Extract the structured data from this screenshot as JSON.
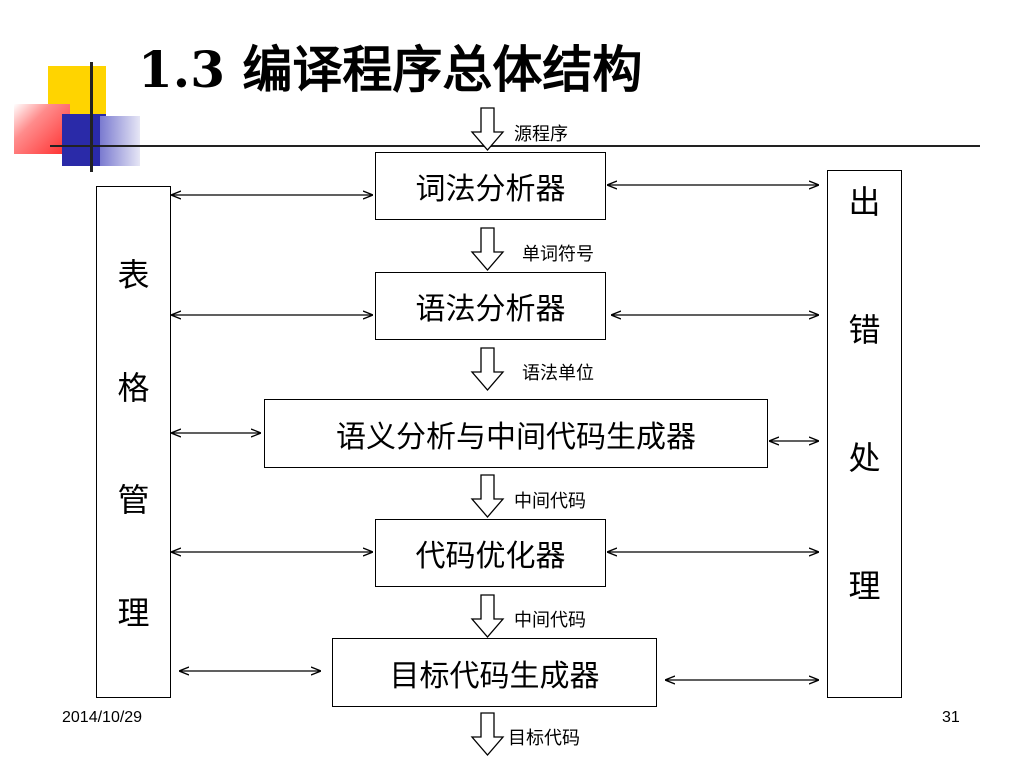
{
  "slide": {
    "title": "1.3 编译程序总体结构",
    "date": "2014/10/29",
    "page_number": "31"
  },
  "diagram": {
    "stages": [
      {
        "label": "词法分析器"
      },
      {
        "label": "语法分析器"
      },
      {
        "label": "语义分析与中间代码生成器"
      },
      {
        "label": "代码优化器"
      },
      {
        "label": "目标代码生成器"
      }
    ],
    "flow_labels": [
      "源程序",
      "单词符号",
      "语法单位",
      "中间代码",
      "中间代码",
      "目标代码"
    ],
    "left_module": [
      "表",
      "格",
      "管",
      "理"
    ],
    "right_module": [
      "出",
      "错",
      "处",
      "理"
    ]
  }
}
